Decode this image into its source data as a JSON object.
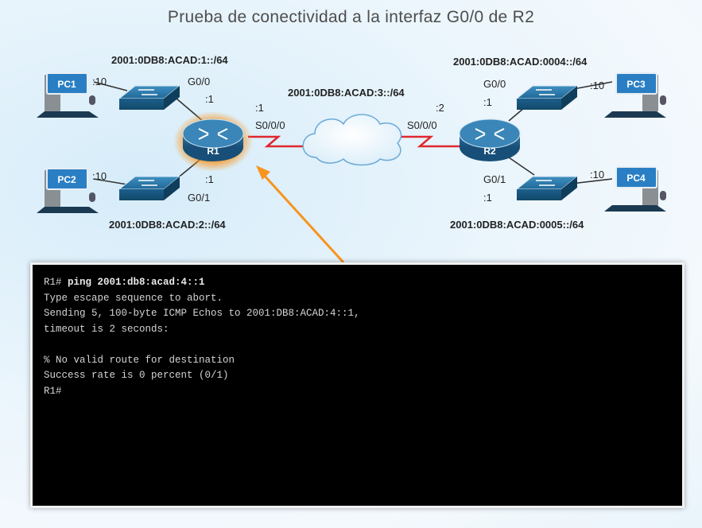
{
  "title": "Prueba de conectividad a la interfaz G0/0 de R2",
  "networks": {
    "lan1": "2001:0DB8:ACAD:1::/64",
    "lan2": "2001:0DB8:ACAD:2::/64",
    "wan": "2001:0DB8:ACAD:3::/64",
    "lan4": "2001:0DB8:ACAD:0004::/64",
    "lan5": "2001:0DB8:ACAD:0005::/64"
  },
  "devices": {
    "pc1": {
      "label": "PC1",
      "host": ":10"
    },
    "pc2": {
      "label": "PC2",
      "host": ":10"
    },
    "pc3": {
      "label": "PC3",
      "host": ":10"
    },
    "pc4": {
      "label": "PC4",
      "host": ":10"
    },
    "r1": {
      "label": "R1"
    },
    "r2": {
      "label": "R2"
    }
  },
  "interfaces": {
    "r1_g00": {
      "name": "G0/0",
      "host": ":1"
    },
    "r1_g01": {
      "name": "G0/1",
      "host": ":1"
    },
    "r1_s000": {
      "name": "S0/0/0",
      "host": ":1"
    },
    "r2_s000": {
      "name": "S0/0/0",
      "host": ":2"
    },
    "r2_g00": {
      "name": "G0/0",
      "host": ":1"
    },
    "r2_g01": {
      "name": "G0/1",
      "host": ":1"
    }
  },
  "colors": {
    "highlight": "#f7941d",
    "serial_link": "#e0282f",
    "pc_label_bg": "#2a7fc4",
    "router": "#1e5d8a"
  },
  "terminal": {
    "prompt1": "R1# ",
    "command": "ping 2001:db8:acad:4::1",
    "line2": "Type escape sequence to abort.",
    "line3": "Sending 5, 100-byte ICMP Echos to 2001:DB8:ACAD:4::1,",
    "line4": "timeout is 2 seconds:",
    "line5": "",
    "line6": "% No valid route for destination",
    "line7": "Success rate is 0 percent (0/1)",
    "line8": "R1#"
  }
}
